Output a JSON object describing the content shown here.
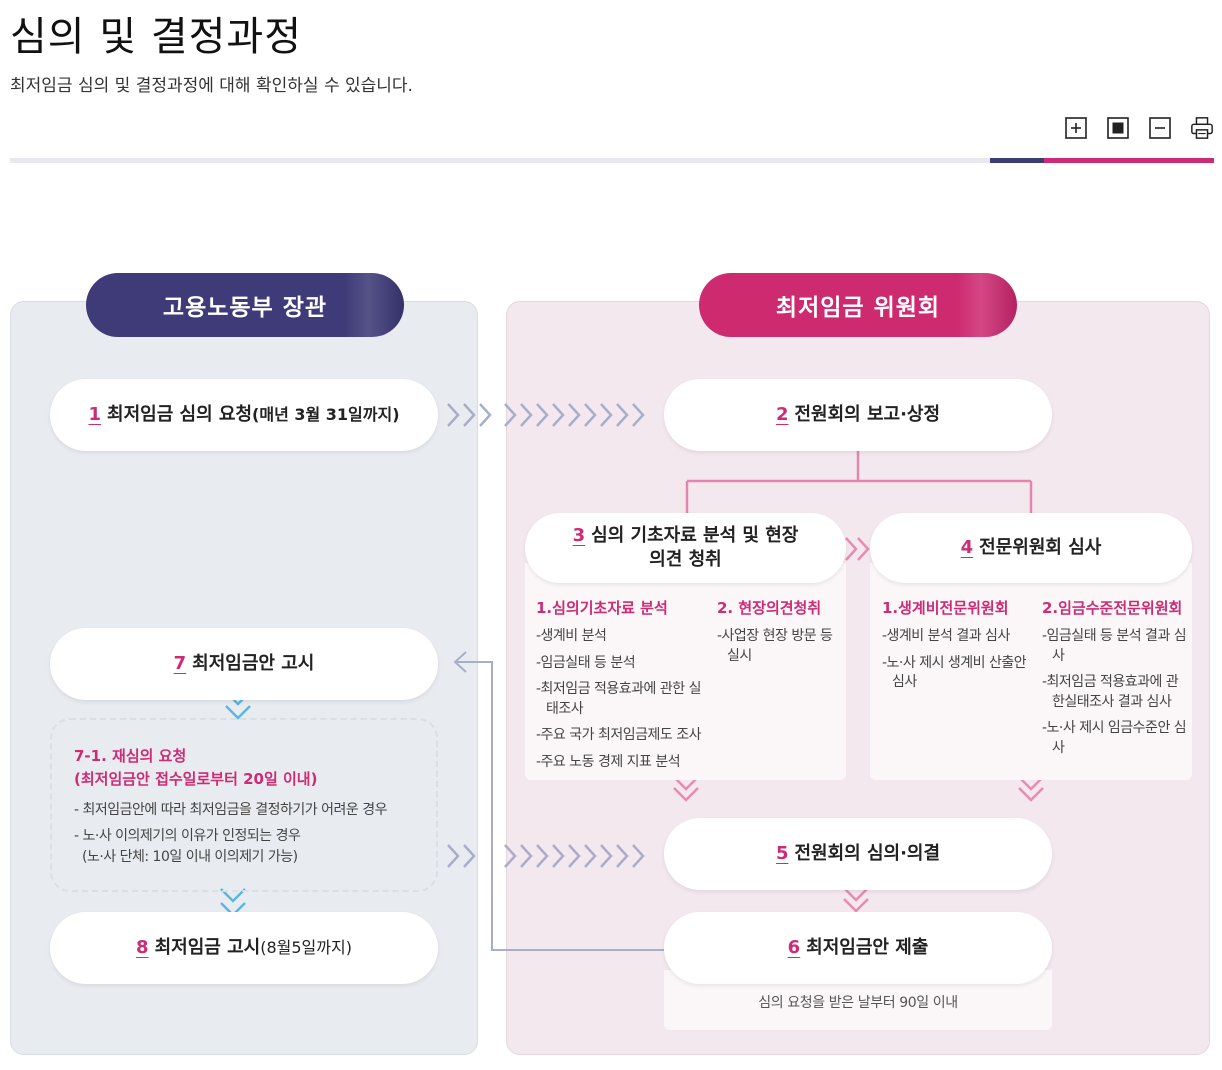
{
  "header": {
    "title": "심의 및 결정과정",
    "subtitle": "최저임금 심의 및 결정과정에 대해 확인하실 수 있습니다."
  },
  "toolbar": {
    "zoom_in_icon": "plus-box-icon",
    "reset_icon": "square-box-icon",
    "zoom_out_icon": "minus-box-icon",
    "print_icon": "printer-icon"
  },
  "colors": {
    "navy": "#3e3b78",
    "pink": "#cd2a70",
    "left_panel": "#e8ecf1",
    "right_panel": "#f3e8ee"
  },
  "left": {
    "heading": "고용노동부 장관"
  },
  "right": {
    "heading": "최저임금 위원회"
  },
  "steps": {
    "s1": {
      "num": "1",
      "label": "최저임금 심의 요청",
      "note": "(매년 3월 31일까지)"
    },
    "s2": {
      "num": "2",
      "label": "전원회의 보고·상정"
    },
    "s3": {
      "num": "3",
      "label": "심의 기초자료 분석 및 현장",
      "label2": "의견 청취"
    },
    "s4": {
      "num": "4",
      "label": "전문위원회 심사"
    },
    "s5": {
      "num": "5",
      "label": "전원회의 심의·의결"
    },
    "s6": {
      "num": "6",
      "label": "최저임금안 제출",
      "note": "심의 요청을 받은 날부터 90일 이내"
    },
    "s7": {
      "num": "7",
      "label": "최저임금안 고시"
    },
    "s8": {
      "num": "8",
      "label": "최저임금 고시",
      "note": "(8월5일까지)"
    }
  },
  "s3_detail": {
    "col1": {
      "title": "1.심의기초자료 분석",
      "items": [
        "-생계비 분석",
        "-임금실태 등 분석",
        "-최저임금 적용효과에 관한 실태조사",
        "-주요 국가 최저임금제도 조사",
        "-주요 노동 경제 지표 분석"
      ]
    },
    "col2": {
      "title": "2. 현장의견청취",
      "items": [
        "-사업장 현장 방문 등 실시"
      ]
    }
  },
  "s4_detail": {
    "col1": {
      "title": "1.생계비전문위원회",
      "items": [
        "-생계비 분석 결과 심사",
        "-노·사 제시 생계비 산출안 심사"
      ]
    },
    "col2": {
      "title": "2.임금수준전문위원회",
      "items": [
        "-임금실태 등 분석 결과 심사",
        "-최저임금 적용효과에 관한실태조사 결과 심사",
        "-노·사 제시 임금수준안 심사"
      ]
    }
  },
  "recon": {
    "title1": "7-1. 재심의 요청",
    "title2": "(최저임금안 접수일로부터 20일 이내)",
    "item1": "- 최저임금안에 따라 최저임금을 결정하기가 어려운 경우",
    "item2": "- 노·사 이의제기의 이유가 인정되는 경우",
    "item3": "(노·사 단체: 10일 이내 이의제기 가능)"
  }
}
